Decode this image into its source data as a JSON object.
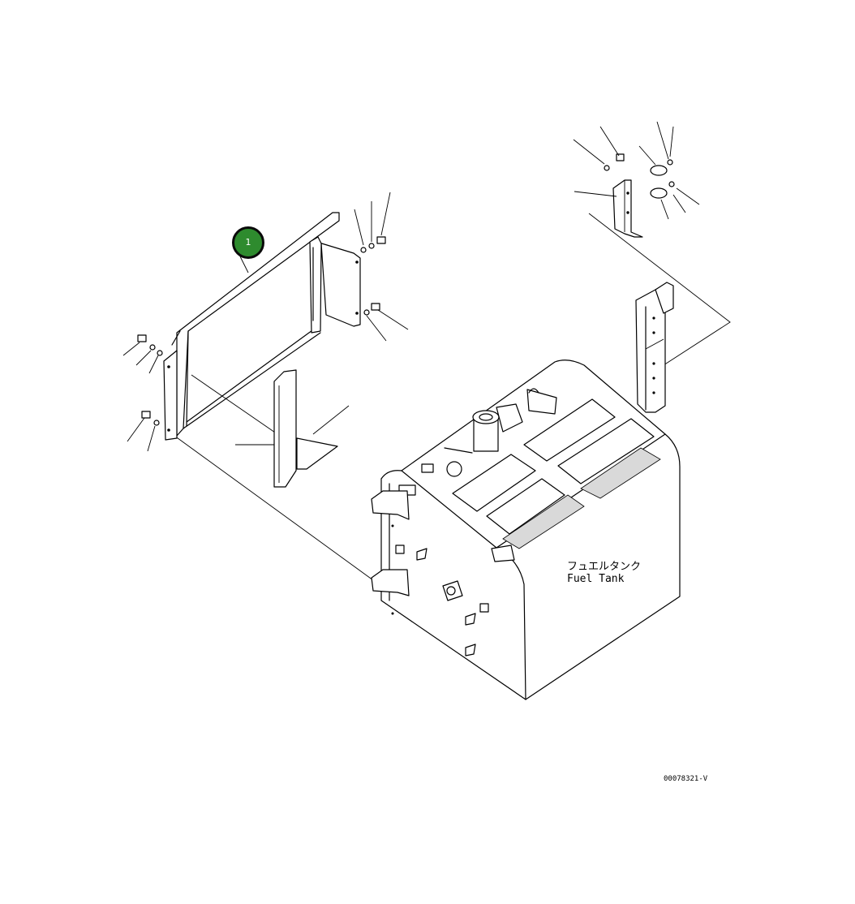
{
  "callouts": [
    {
      "number": "1",
      "color": "#2e8b2e"
    }
  ],
  "labels": {
    "tank_jp": "フュエルタンク",
    "tank_en": "Fuel Tank"
  },
  "drawing_code": "00078321-V"
}
